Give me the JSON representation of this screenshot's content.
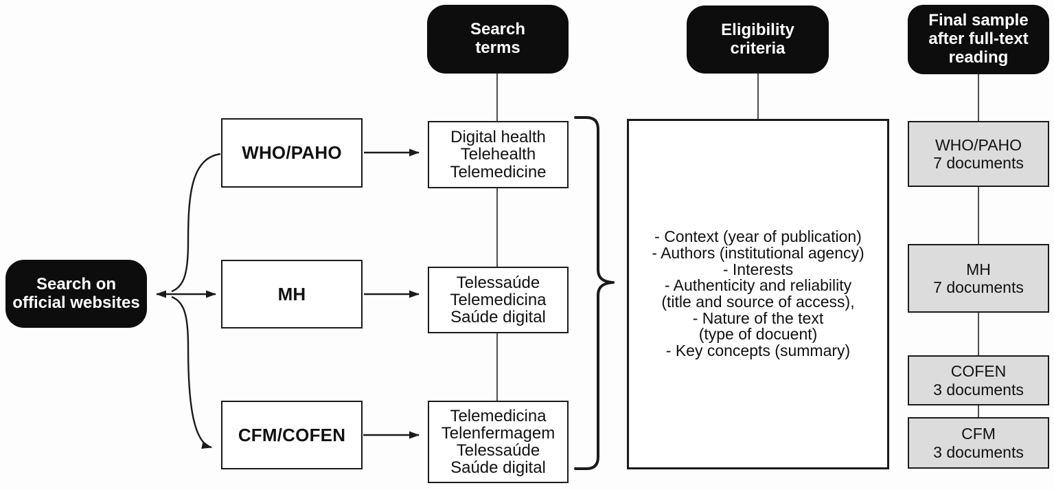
{
  "colors": {
    "canvas_bg": "#fdfdfd",
    "node_black": "#0d0d0d",
    "node_gray": "#dcdcdc",
    "border_dark": "#1a1a1a",
    "connector_gray": "#4d4d4d",
    "text_dark": "#111111",
    "text_light": "#ffffff"
  },
  "source": {
    "label": "Search on\nofficial websites"
  },
  "headers": {
    "search_terms": "Search\nterms",
    "eligibility": "Eligibility\ncriteria",
    "final_sample": "Final sample\nafter full-text\nreading"
  },
  "websites": [
    {
      "label": "WHO/PAHO"
    },
    {
      "label": "MH"
    },
    {
      "label": "CFM/COFEN"
    }
  ],
  "search_terms": [
    {
      "terms": [
        "Digital health",
        "Telehealth",
        "Telemedicine"
      ]
    },
    {
      "terms": [
        "Telessaúde",
        "Telemedicina",
        "Saúde digital"
      ]
    },
    {
      "terms": [
        "Telemedicina",
        "Telenfermagem",
        "Telessaúde",
        "Saúde digital"
      ]
    }
  ],
  "eligibility_criteria": [
    "- Context (year of publication)",
    "- Authors (institutional agency)",
    "- Interests",
    "- Authenticity and reliability",
    "(title and source of access),",
    "- Nature of the text",
    "(type of docuent)",
    "- Key concepts (summary)"
  ],
  "final_sample": [
    {
      "org": "WHO/PAHO",
      "count": "7 documents"
    },
    {
      "org": "MH",
      "count": "7 documents"
    },
    {
      "org": "COFEN",
      "count": "3 documents"
    },
    {
      "org": "CFM",
      "count": "3 documents"
    }
  ]
}
